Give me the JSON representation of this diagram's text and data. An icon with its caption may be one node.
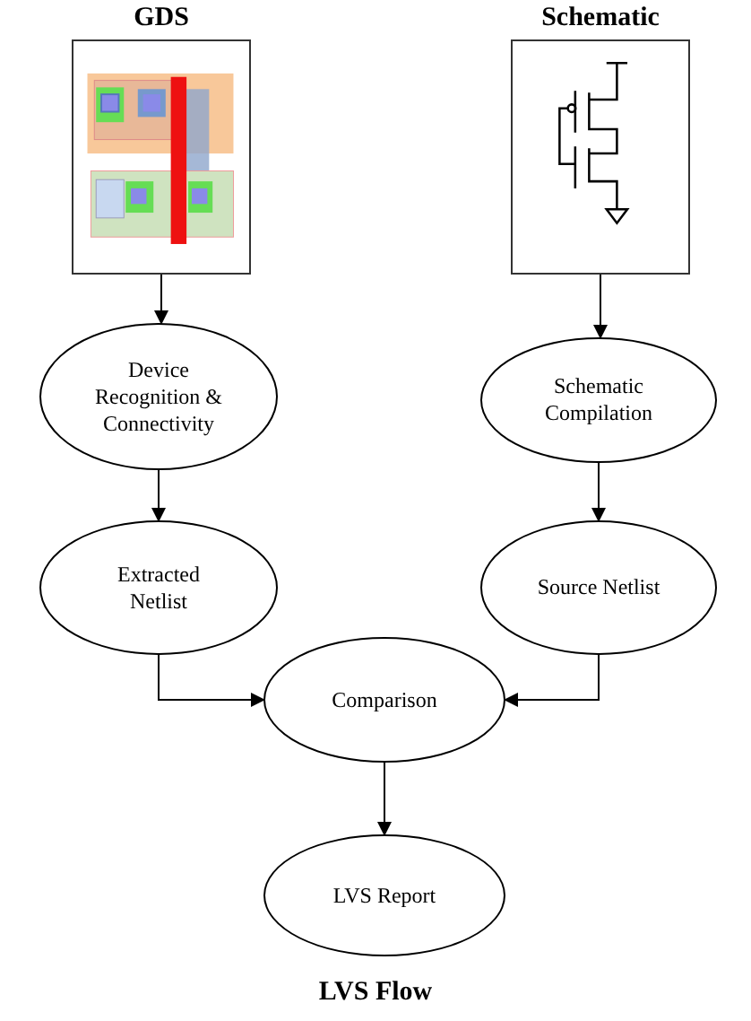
{
  "diagram": {
    "title": "LVS Flow",
    "nodes": [
      {
        "text": [
          "GDS"
        ]
      },
      {
        "text": [
          "Schematic"
        ]
      },
      {
        "text": [
          "Device Recognition & Connectivity"
        ]
      },
      {
        "text": [
          "Schematic Compilation"
        ]
      },
      {
        "text": [
          "Extracted Netlist"
        ]
      },
      {
        "text": [
          "Source Netlist"
        ]
      },
      {
        "text": [
          "Comparison"
        ]
      },
      {
        "text": [
          "LVS Report"
        ]
      }
    ],
    "edges": [
      {
        "from": 0,
        "to": 2,
        "arrow": "to"
      },
      {
        "from": 2,
        "to": 4,
        "arrow": "to"
      },
      {
        "from": 4,
        "to": 6,
        "arrow": "to"
      },
      {
        "from": 1,
        "to": 3,
        "arrow": "to"
      },
      {
        "from": 3,
        "to": 5,
        "arrow": "to"
      },
      {
        "from": 5,
        "to": 6,
        "arrow": "to"
      },
      {
        "from": 6,
        "to": 7,
        "arrow": "to"
      }
    ]
  }
}
